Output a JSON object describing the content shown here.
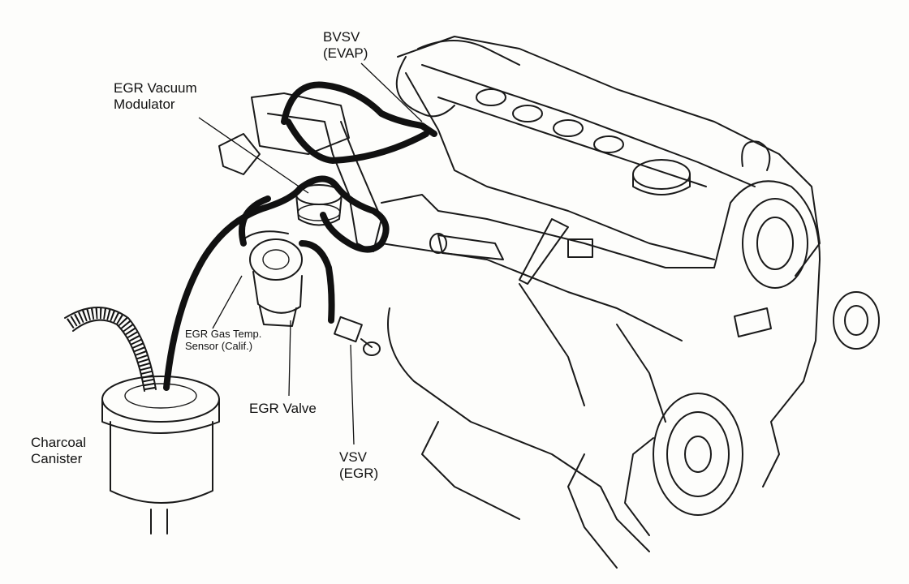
{
  "labels": {
    "bvsv": "BVSV\n(EVAP)",
    "egr_vacuum_modulator": "EGR Vacuum\nModulator",
    "egr_gas_temp_sensor": "EGR Gas Temp.\nSensor (Calif.)",
    "egr_valve": "EGR Valve",
    "vsv": "VSV\n(EGR)",
    "charcoal_canister": "Charcoal\nCanister"
  },
  "colors": {
    "ink": "#111111",
    "paper": "#fdfdfb"
  }
}
